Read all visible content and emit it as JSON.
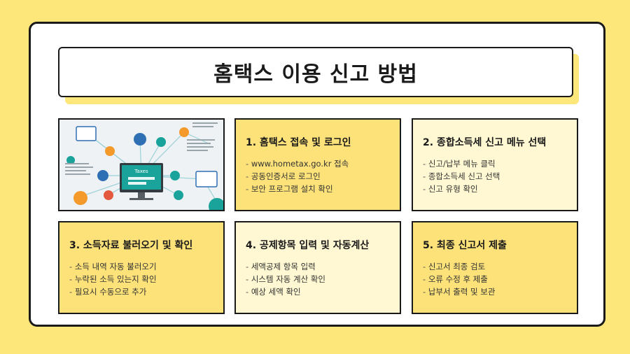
{
  "title": "홈택스 이용 신고 방법",
  "illustration": {
    "screen_label": "Taxes",
    "colors": {
      "teal": "#1aa39a",
      "orange": "#f39a2b",
      "blue": "#2f6fb3",
      "red": "#e4583e"
    }
  },
  "cards": [
    {
      "heading": "1. 홈택스 접속 및 로그인",
      "items": [
        "www.hometax.go.kr 접속",
        "공동인증서로 로그인",
        "보안 프로그램 설치 확인"
      ]
    },
    {
      "heading": "2. 종합소득세 신고 메뉴 선택",
      "items": [
        "신고/납부 메뉴 클릭",
        "종합소득세 신고 선택",
        "신고 유형 확인"
      ]
    },
    {
      "heading": "3. 소득자료 불러오기 및 확인",
      "items": [
        "소득 내역 자동 불러오기",
        "누락된 소득 있는지 확인",
        "필요시 수동으로 추가"
      ]
    },
    {
      "heading": "4. 공제항목 입력 및 자동계산",
      "items": [
        "세액공제 항목 입력",
        "시스템 자동 계산 확인",
        "예상 세액 확인"
      ]
    },
    {
      "heading": "5. 최종 신고서 제출",
      "items": [
        "신고서 최종 검토",
        "오류 수정 후 제출",
        "납부서 출력 및 보관"
      ]
    }
  ]
}
